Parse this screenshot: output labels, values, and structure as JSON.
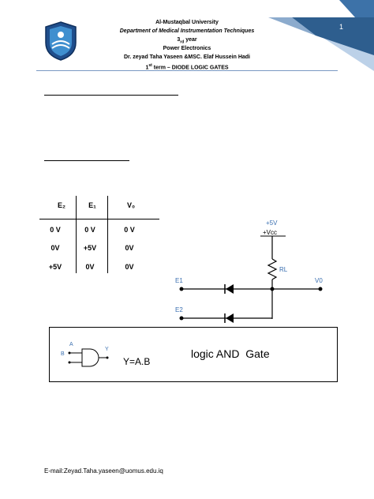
{
  "page_number": "1",
  "header": {
    "university": "Al-Mustaqbal University",
    "department": "Department of Medical Instrumentation Techniques",
    "year_num": "3",
    "year_sub": "rd",
    "year_word": " year",
    "course": "Power Electronics",
    "authors": "Dr. zeyad Taha Yaseen &MSC. Elaf Hussein Hadi",
    "term_num": "1",
    "term_sup": "st",
    "term_rest": " term – DIODE LOGIC GATES"
  },
  "table": {
    "headers": [
      "E₂",
      "E₁",
      "V₀"
    ],
    "rows": [
      [
        "0 V",
        "0 V",
        "0 V"
      ],
      [
        "0V",
        "+5V",
        "0V"
      ],
      [
        "+5V",
        "0V",
        "0V"
      ]
    ]
  },
  "circuit": {
    "supply_value": "+5V",
    "supply_label": "+Vcc",
    "resistor_label": "RL",
    "input1_label": "E1",
    "input2_label": "E2",
    "output_label": "V0"
  },
  "gate_box": {
    "input_a": "A",
    "input_b": "B",
    "output_y": "Y",
    "equation": "Y=A.B",
    "title": "logic AND  Gate"
  },
  "footer": {
    "email": "E-mail:Zeyad.Taha.yaseen@uomus.edu.iq"
  },
  "colors": {
    "corner_dark": "#2e5e8e",
    "corner_light": "#8fb3d9",
    "circuit_label": "#3a6fb0",
    "line": "#000000"
  }
}
